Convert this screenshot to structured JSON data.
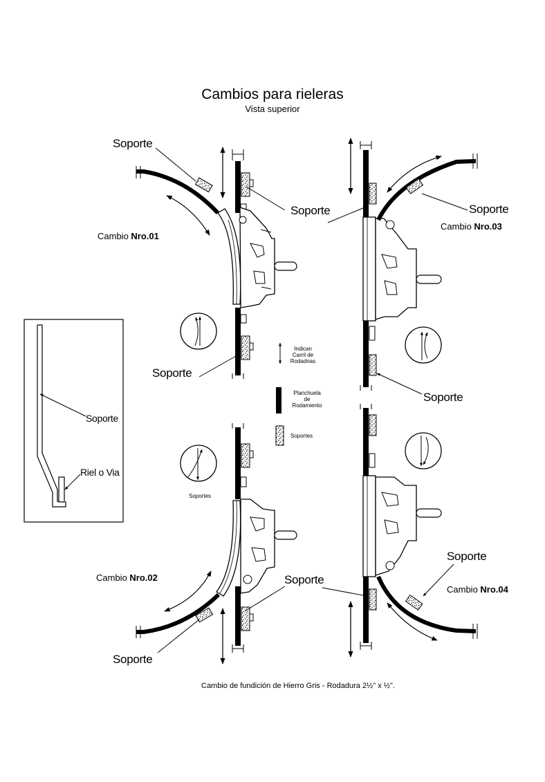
{
  "title": "Cambios para rieleras",
  "subtitle": "Vista superior",
  "labels": {
    "soporte": "Soporte",
    "soportes": "Soportes",
    "riel_o_via": "Riel o Via"
  },
  "cambios": [
    {
      "prefix": "Cambio ",
      "number": "Nro.01"
    },
    {
      "prefix": "Cambio ",
      "number": "Nro.02"
    },
    {
      "prefix": "Cambio ",
      "number": "Nro.03"
    },
    {
      "prefix": "Cambio ",
      "number": "Nro.04"
    }
  ],
  "legend": {
    "arrow_line1": "Indican",
    "arrow_line2": "Carril de",
    "arrow_line3": "Rodadnas",
    "plate_line1": "Planchuela",
    "plate_line2": "de",
    "plate_line3": "Rodamiento",
    "supports": "Soportes"
  },
  "footer": "Cambio de fundición de Hierro Gris - Rodadura 2½\" x ½\"."
}
